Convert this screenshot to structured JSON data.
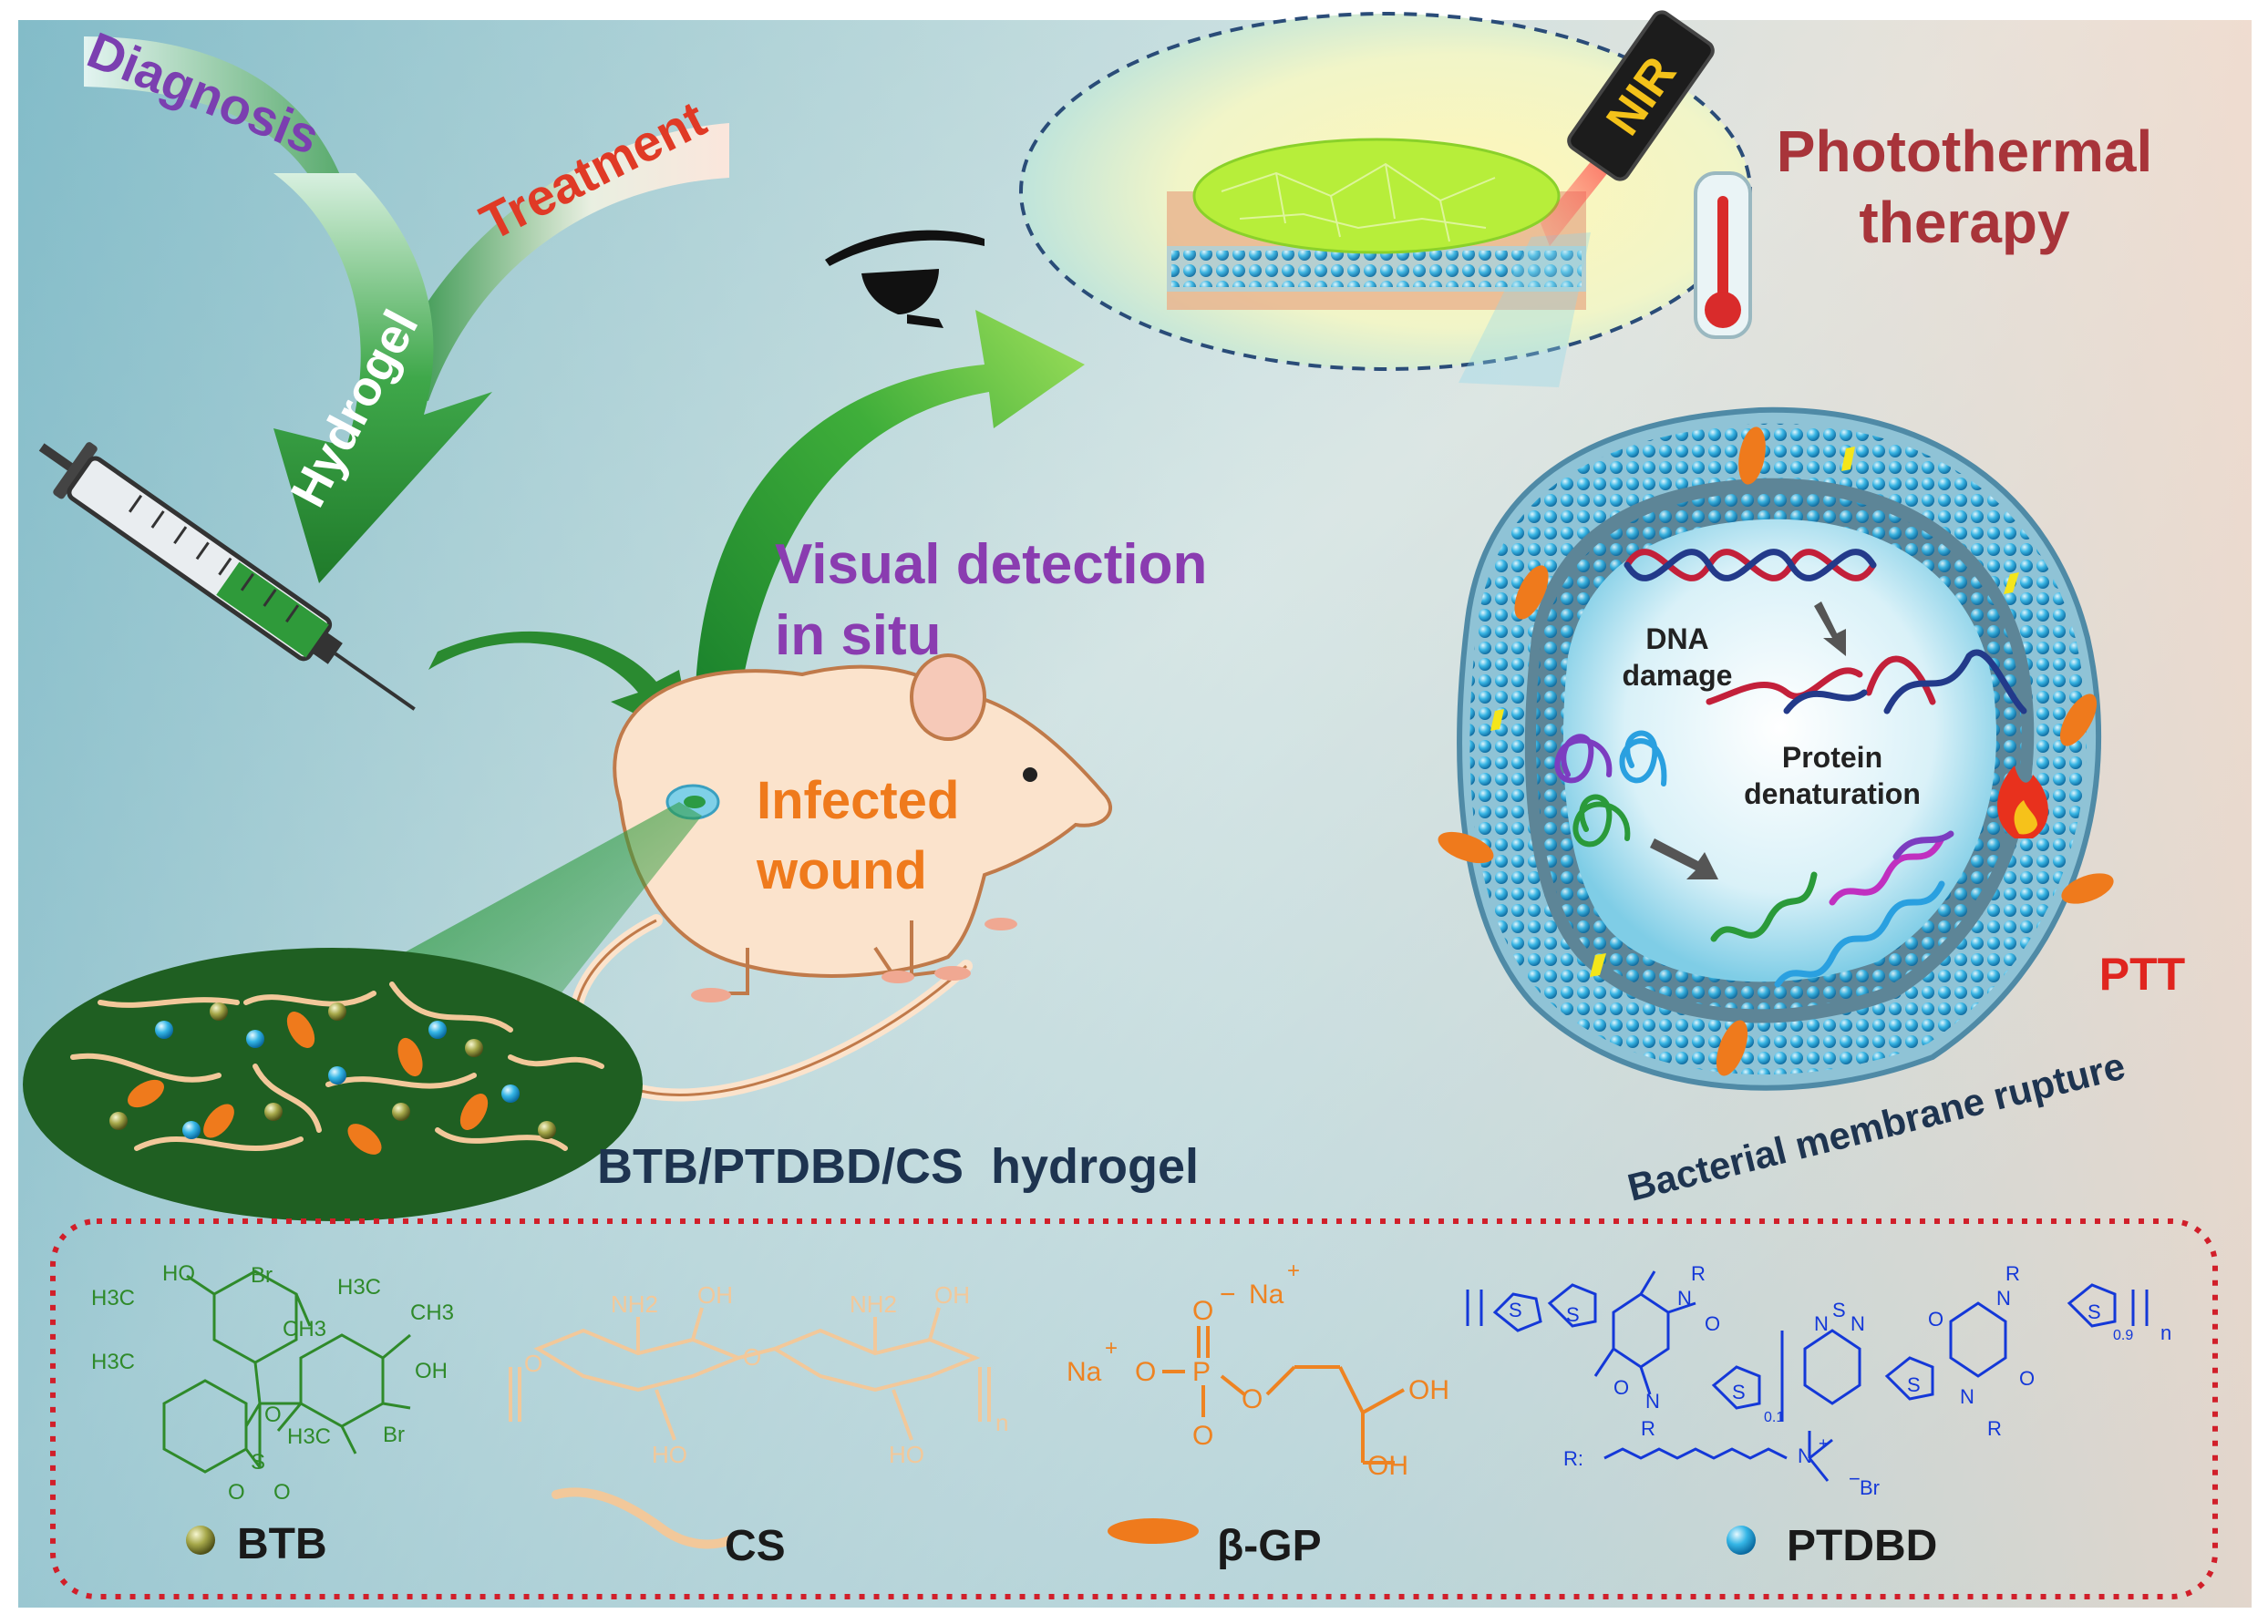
{
  "labels": {
    "diagnosis": "Diagnosis",
    "treatment": "Treatment",
    "hydrogel": "Hydrogel",
    "nir": "NIR",
    "photothermal_1": "Photothermal",
    "photothermal_2": "therapy",
    "visual_detection_1": "Visual detection",
    "visual_detection_2": "in situ",
    "infected_wound_1": "Infected",
    "infected_wound_2": "wound",
    "dna_damage_1": "DNA",
    "dna_damage_2": "damage",
    "protein_1": "Protein",
    "protein_2": "denaturation",
    "ptt": "PTT",
    "membrane_rupture": "Bacterial membrane rupture",
    "hydrogel_name": "BTB/PTDBD/CS  hydrogel"
  },
  "legend": {
    "btb": "BTB",
    "cs": "CS",
    "bgp": "β-GP",
    "ptdbd": "PTDBD"
  },
  "chem": {
    "btb": {
      "ho": "HO",
      "br1": "Br",
      "h3c_1": "H3C",
      "h3c_2": "H3C",
      "ch3_1": "CH3",
      "h3c_3": "H3C",
      "ch3_2": "CH3",
      "oh": "OH",
      "h3c_4": "H3C",
      "br2": "Br",
      "o": "O",
      "s": "S",
      "o1": "O",
      "o2": "O"
    },
    "cs": {
      "o_left": "O",
      "nh2_1": "NH2",
      "oh_1": "OH",
      "ho_1": "HO",
      "o_mid": "O",
      "nh2_2": "NH2",
      "oh_2": "OH",
      "ho_2": "HO",
      "n": "n"
    },
    "bgp": {
      "o_top": "O",
      "minus": "−",
      "na1": "Na",
      "plus1": "+",
      "na2": "Na",
      "plus2": "+",
      "o_left": "O",
      "p": "P",
      "o_bottom": "O",
      "o_right": "O",
      "oh1": "OH",
      "oh2": "OH"
    },
    "ptdbd": {
      "s1": "S",
      "s2": "S",
      "n1": "N",
      "r1": "R",
      "o1": "O",
      "o2": "O",
      "n2": "N",
      "r2": "R",
      "s3": "S",
      "sub1": "0.1",
      "nsn_n1": "N",
      "nsn_s": "S",
      "nsn_n2": "N",
      "s4": "S",
      "o3": "O",
      "n3": "N",
      "r3": "R",
      "o4": "O",
      "n4": "N",
      "r4": "R",
      "s5": "S",
      "sub2": "0.9",
      "n": "n",
      "r_label": "R:",
      "nplus": "N",
      "plus": "+",
      "br": "Br",
      "minus": "−"
    }
  },
  "colors": {
    "diagnosis": "#7b3fb0",
    "treatment": "#e03a26",
    "photothermal": "#a8343a",
    "visual": "#8a3cb0",
    "infected": "#ef7a1c",
    "ptt": "#e0251f",
    "hydrogel_name": "#1e3450",
    "btb_structure": "#2f8a2a",
    "cs_structure": "#f2c89a",
    "bgp_structure": "#ee8322",
    "ptdbd_structure": "#1438d8",
    "dotted_frame": "#d11f2a"
  }
}
